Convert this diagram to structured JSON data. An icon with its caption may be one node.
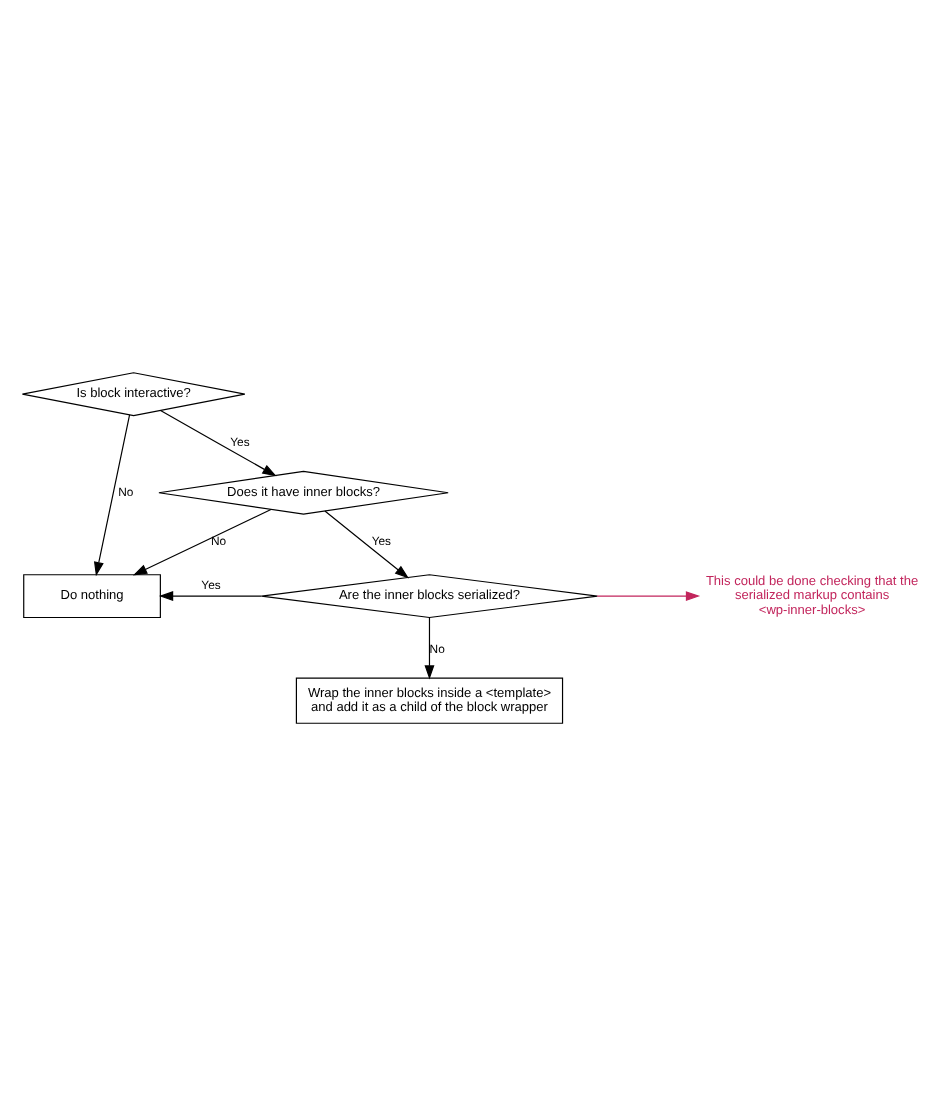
{
  "diagram": {
    "nodes": [
      {
        "text": [
          "Is block interactive?"
        ]
      },
      {
        "text": [
          "Do nothing"
        ]
      },
      {
        "text": [
          "Does it have inner blocks?"
        ]
      },
      {
        "text": [
          "Are the inner blocks serialized?"
        ]
      },
      {
        "text": [
          "This could be done checking that the serialized markup contains <wp-inner-blocks>"
        ]
      },
      {
        "text": [
          "Wrap the inner blocks inside a <template> and add it as a child of the block wrapper"
        ]
      }
    ],
    "edges": [
      {
        "from": 0,
        "to": 2,
        "arrow": "to",
        "label": "Yes"
      },
      {
        "from": 0,
        "to": 1,
        "arrow": "to",
        "label": "No"
      },
      {
        "from": 2,
        "to": 1,
        "arrow": "to",
        "label": "No"
      },
      {
        "from": 2,
        "to": 3,
        "arrow": "to",
        "label": "Yes"
      },
      {
        "from": 3,
        "to": 4,
        "arrow": "to",
        "color": "#c2255c"
      },
      {
        "from": 3,
        "to": 1,
        "arrow": "to",
        "label": "Yes"
      },
      {
        "from": 3,
        "to": 5,
        "arrow": "to",
        "label": "No"
      }
    ]
  }
}
